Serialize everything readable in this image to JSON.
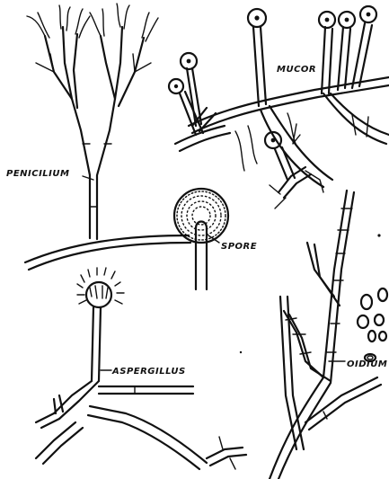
{
  "labels": {
    "penicilium": "PENICILIUM",
    "mucor": "MUCOR",
    "spore": "SPORE",
    "aspergillus": "ASPERGILLUS",
    "oidium": "OIDIUM"
  },
  "colors": {
    "ink": "#111111",
    "paper": "#ffffff"
  }
}
